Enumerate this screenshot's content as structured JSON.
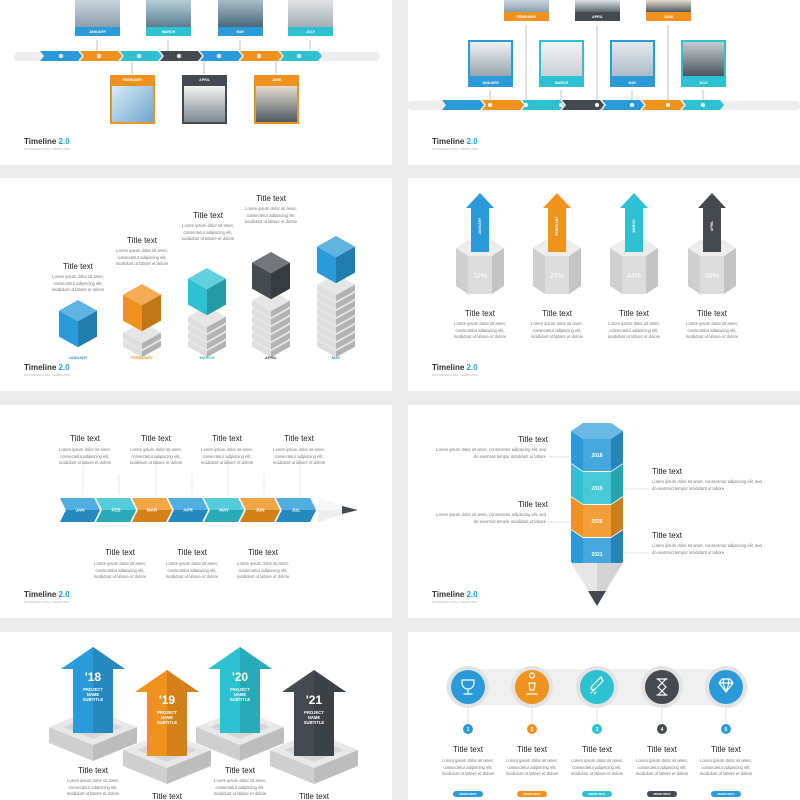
{
  "brand": {
    "title": "Timeline",
    "version": "2.0",
    "subtitle": "PROFESSIONAL TEMPLATE"
  },
  "colors": {
    "blue": "#2a9bd8",
    "orange": "#f0921e",
    "teal": "#2ec1d1",
    "dark": "#444a4f",
    "gray": "#c9c9c9"
  },
  "lorem": "Lorem ipsum dolor sit amet, consectetur adipiscing elit, incididunt ut labore et dolore",
  "lorem_long": "Lorem ipsum dolor sit amet, consectetur adipiscing elit, sed do eiusmod tempor incididunt ut labore",
  "title_text": "Title text",
  "months": {
    "jan": "JANUARY",
    "feb": "FEBRUARY",
    "mar": "MARCH",
    "apr": "APRIL",
    "may": "MAY",
    "jun": "JUNE",
    "jul": "JULY"
  },
  "pencil_months": [
    "JAN",
    "FEB",
    "MAR",
    "APR",
    "MAY",
    "JUN",
    "JUL"
  ],
  "hex_percents": [
    "12%",
    "25%",
    "44%",
    "68%"
  ],
  "hex_months": [
    "JANUARY",
    "FEBRUARY",
    "MARCH",
    "APRIL"
  ],
  "years_pencil": [
    "2018",
    "2019",
    "2020",
    "2021"
  ],
  "arrows": [
    {
      "year": "'18",
      "label": "PROJECT NAME SUBTITLE"
    },
    {
      "year": "'19",
      "label": "PROJECT NAME SUBTITLE"
    },
    {
      "year": "'20",
      "label": "PROJECT NAME SUBTITLE"
    },
    {
      "year": "'21",
      "label": "PROJECT NAME SUBTITLE"
    }
  ],
  "circle_numbers": [
    "1",
    "2",
    "3",
    "4",
    "5"
  ],
  "more_info": "MORE INFO"
}
